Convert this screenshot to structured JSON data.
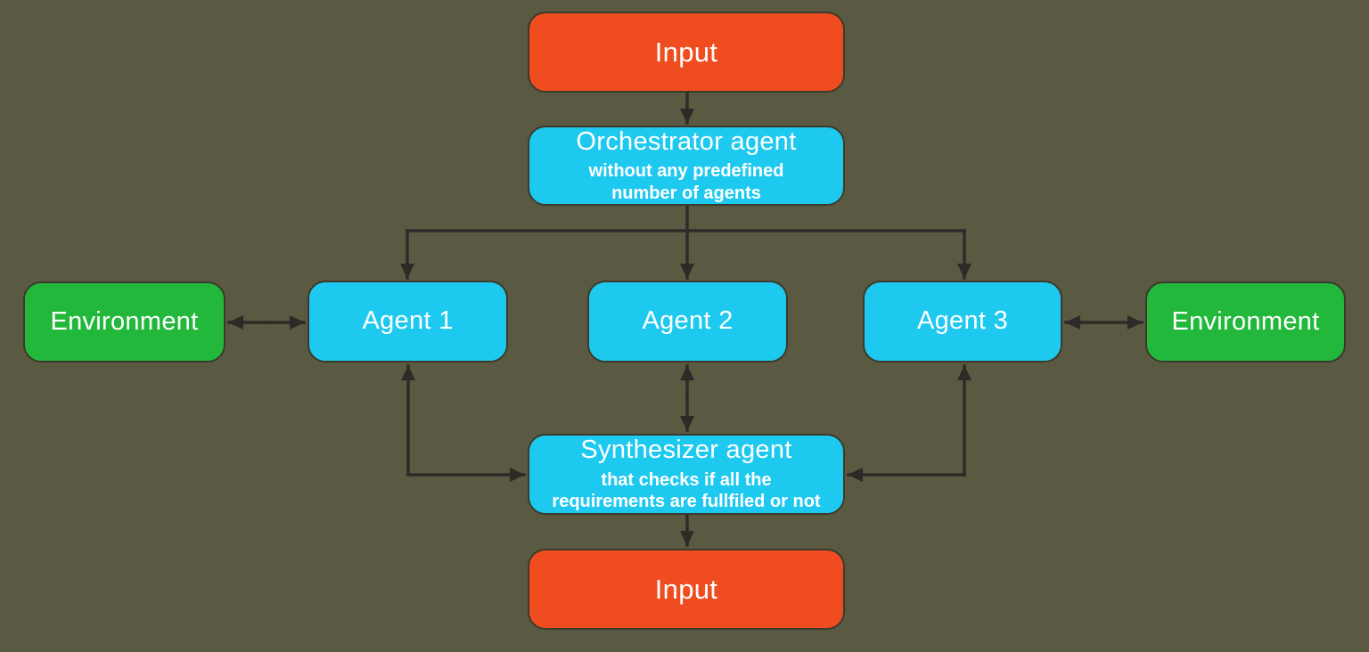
{
  "colors": {
    "background": "#5a5942",
    "orange": "#ef4d1f",
    "cyan": "#1ec9f0",
    "green": "#22b83c",
    "arrow": "#2d2a27",
    "text": "#ffffff"
  },
  "nodes": {
    "input_top": {
      "label": "Input",
      "color": "#ef4d1f"
    },
    "orchestrator": {
      "title": "Orchestrator agent",
      "subtitle_line1": "without any predefined",
      "subtitle_line2": "number of agents",
      "color": "#1ec9f0"
    },
    "env_left": {
      "label": "Environment",
      "color": "#22b83c"
    },
    "agent1": {
      "label": "Agent 1",
      "color": "#1ec9f0"
    },
    "agent2": {
      "label": "Agent 2",
      "color": "#1ec9f0"
    },
    "agent3": {
      "label": "Agent 3",
      "color": "#1ec9f0"
    },
    "env_right": {
      "label": "Environment",
      "color": "#22b83c"
    },
    "synthesizer": {
      "title": "Synthesizer agent",
      "subtitle_line1": "that checks if all the",
      "subtitle_line2": "requirements are fullfiled or not",
      "color": "#1ec9f0"
    },
    "input_bottom": {
      "label": "Input",
      "color": "#ef4d1f"
    }
  },
  "edges": [
    {
      "from": "input_top",
      "to": "orchestrator",
      "type": "one-way"
    },
    {
      "from": "orchestrator",
      "to": "agent1",
      "type": "one-way"
    },
    {
      "from": "orchestrator",
      "to": "agent2",
      "type": "one-way"
    },
    {
      "from": "orchestrator",
      "to": "agent3",
      "type": "one-way"
    },
    {
      "from": "env_left",
      "to": "agent1",
      "type": "two-way"
    },
    {
      "from": "agent3",
      "to": "env_right",
      "type": "two-way"
    },
    {
      "from": "agent2",
      "to": "synthesizer",
      "type": "two-way"
    },
    {
      "from": "agent1",
      "to": "synthesizer",
      "type": "two-way"
    },
    {
      "from": "agent3",
      "to": "synthesizer",
      "type": "two-way"
    },
    {
      "from": "synthesizer",
      "to": "input_bottom",
      "type": "one-way"
    }
  ]
}
